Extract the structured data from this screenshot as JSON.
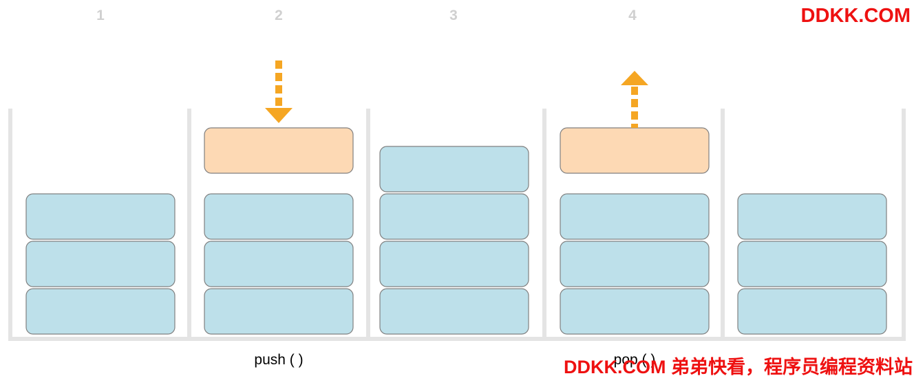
{
  "steps": [
    {
      "number": "1",
      "stack_size": 3,
      "operation": null
    },
    {
      "number": "2",
      "stack_size": 3,
      "operation": "push",
      "label": "push ( )"
    },
    {
      "number": "3",
      "stack_size": 4,
      "operation": null
    },
    {
      "number": "4",
      "stack_size": 3,
      "operation": "pop",
      "label": "pop ( )"
    },
    {
      "number": "",
      "stack_size": 3,
      "operation": null
    }
  ],
  "colors": {
    "stack_item": "#bde0ea",
    "active_item": "#fdd9b4",
    "item_border": "#808080",
    "arrow": "#f5a623",
    "container": "#e4e4e4",
    "step_number": "#d0d0d0"
  },
  "watermarks": {
    "top_right": "DDKK.COM",
    "bottom": "DDKK.COM 弟弟快看，程序员编程资料站"
  }
}
